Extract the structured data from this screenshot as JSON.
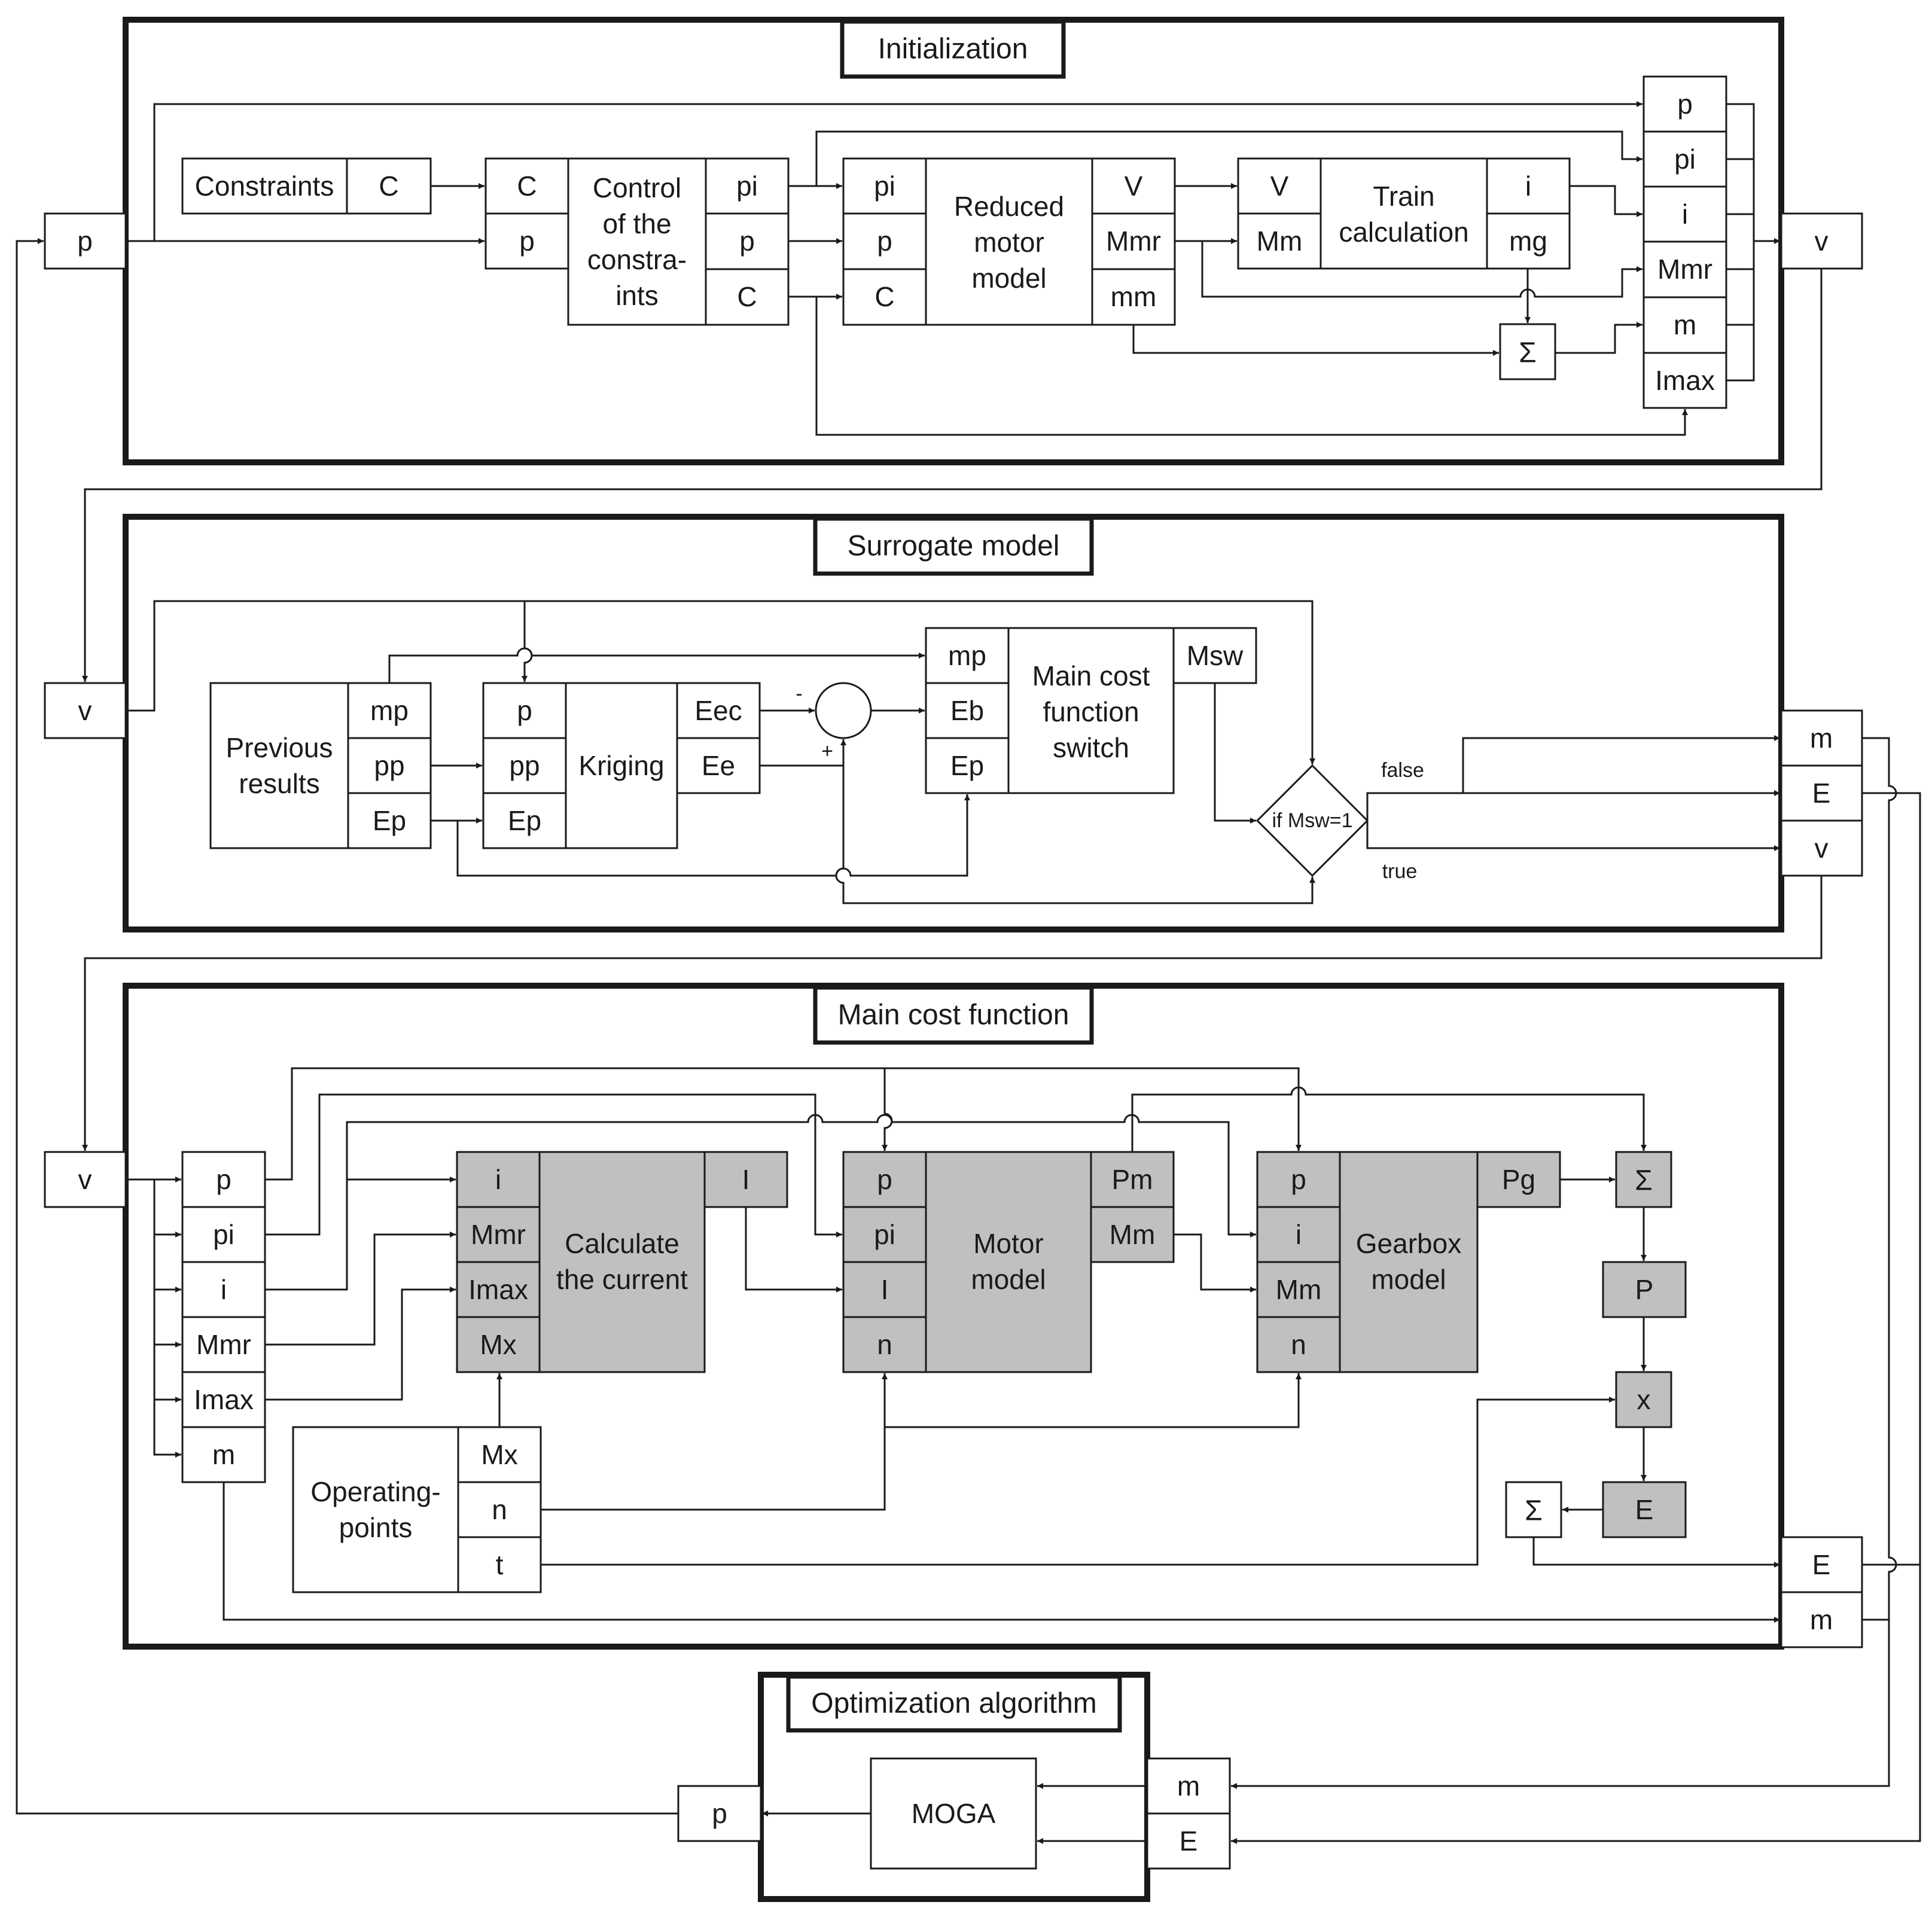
{
  "colors": {
    "line": "#1a1a1a",
    "block_fill": "#ffffff",
    "shaded_block_fill": "#c0c0c0"
  },
  "icons": {
    "sum": "sum-icon",
    "comparator": "summing-junction-icon",
    "decision": "decision-diamond-icon"
  },
  "sections": {
    "initialization": "Initialization",
    "surrogate": "Surrogate model",
    "main_cost": "Main cost function",
    "optimization": "Optimization algorithm"
  },
  "external": {
    "p_left": "p",
    "v_right": "v",
    "v_surrogate": "v",
    "v_main": "v",
    "p_opt": "p"
  },
  "init": {
    "constraints": {
      "label": "Constraints",
      "port": "C"
    },
    "control": {
      "label_lines": [
        "Control",
        "of the",
        "constra-",
        "ints"
      ],
      "in_ports": [
        "C",
        "p"
      ],
      "out_ports": [
        "pi",
        "p",
        "C"
      ]
    },
    "reduced": {
      "label_lines": [
        "Reduced",
        "motor",
        "model"
      ],
      "in_ports": [
        "pi",
        "p",
        "C"
      ],
      "out_ports": [
        "V",
        "Mmr",
        "mm"
      ]
    },
    "train": {
      "label_lines": [
        "Train",
        "calculation"
      ],
      "in_ports": [
        "V",
        "Mm"
      ],
      "out_ports": [
        "i",
        "mg"
      ]
    },
    "sum": "Σ",
    "output_ports": [
      "p",
      "pi",
      "i",
      "Mmr",
      "m",
      "Imax"
    ]
  },
  "surrogate": {
    "previous": {
      "label_lines": [
        "Previous",
        "results"
      ],
      "ports": [
        "mp",
        "pp",
        "Ep"
      ]
    },
    "kriging": {
      "label": "Kriging",
      "in_ports": [
        "p",
        "pp",
        "Ep"
      ],
      "out_ports": [
        "Eec",
        "Ee"
      ]
    },
    "switch": {
      "label_lines": [
        "Main cost",
        "function",
        "switch"
      ],
      "in_ports": [
        "mp",
        "Eb",
        "Ep"
      ],
      "out_port": "Msw"
    },
    "minus": "-",
    "plus": "+",
    "decision": "if Msw=1",
    "false_label": "false",
    "true_label": "true",
    "output_ports": [
      "m",
      "E",
      "v"
    ]
  },
  "main": {
    "input_ports": [
      "p",
      "pi",
      "i",
      "Mmr",
      "Imax",
      "m"
    ],
    "current": {
      "label_lines": [
        "Calculate",
        "the current"
      ],
      "in_ports": [
        "i",
        "Mmr",
        "Imax",
        "Mx"
      ],
      "out_port": "I"
    },
    "operating": {
      "label_lines": [
        "Operating-",
        "points"
      ],
      "ports": [
        "Mx",
        "n",
        "t"
      ]
    },
    "motor": {
      "label_lines": [
        "Motor",
        "model"
      ],
      "in_ports": [
        "p",
        "pi",
        "I",
        "n"
      ],
      "out_ports": [
        "Pm",
        "Mm"
      ]
    },
    "gearbox": {
      "label_lines": [
        "Gearbox",
        "model"
      ],
      "in_ports": [
        "p",
        "i",
        "Mm",
        "n"
      ],
      "out_port": "Pg"
    },
    "sum1": "Σ",
    "P": "P",
    "x": "x",
    "E": "E",
    "sum2": "Σ",
    "output_ports": [
      "E",
      "m"
    ]
  },
  "opt": {
    "label": "MOGA",
    "in_ports": [
      "m",
      "E"
    ]
  }
}
